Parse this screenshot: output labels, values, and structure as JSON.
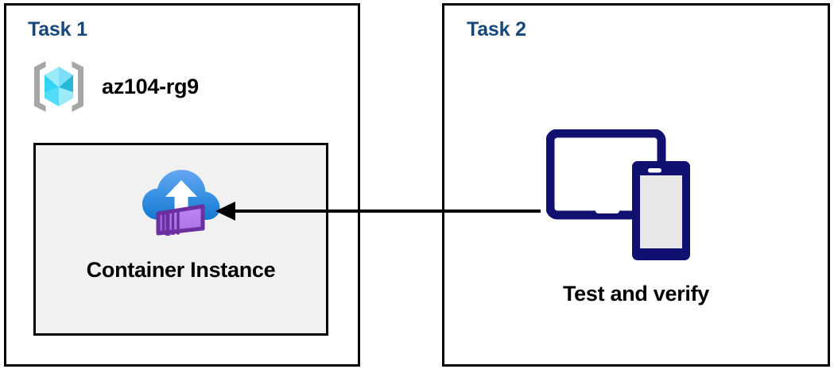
{
  "diagram": {
    "title": "Azure Container Instance task diagram",
    "background": "#ffffff",
    "colors": {
      "panel_border": "#000000",
      "task_title": "#16497A",
      "resource_box_fill": "#F1F1F1",
      "arrow": "#000000",
      "device_navy": "#101070",
      "device_screen_gray": "#E8E8E8",
      "cube_cyan_light": "#9CEBFB",
      "cube_cyan_mid": "#32D4F5",
      "cube_cyan_dark": "#27B8D6",
      "bracket_gray": "#A6A6A6",
      "cloud_blue_top": "#5CA0EF",
      "cloud_blue_bottom": "#1580D4",
      "container_purple_light": "#B77BEE",
      "container_purple_mid": "#9B6FD6",
      "container_purple_dark": "#6B2FA0"
    }
  },
  "panels": [
    {
      "id": "task1",
      "title": "Task 1",
      "resource_group": {
        "icon": "resource-group-cube-icon",
        "label": "az104-rg9"
      },
      "resource": {
        "icon": "container-instance-icon",
        "label": "Container Instance"
      }
    },
    {
      "id": "task2",
      "title": "Task 2",
      "device": {
        "icon": "tablet-and-phone-icon",
        "label": "Test and verify"
      }
    }
  ],
  "connector": {
    "name": "arrow-task2-to-task1",
    "direction": "left",
    "style": "solid",
    "color": "#000000",
    "from": "Test and verify",
    "to": "Container Instance"
  }
}
